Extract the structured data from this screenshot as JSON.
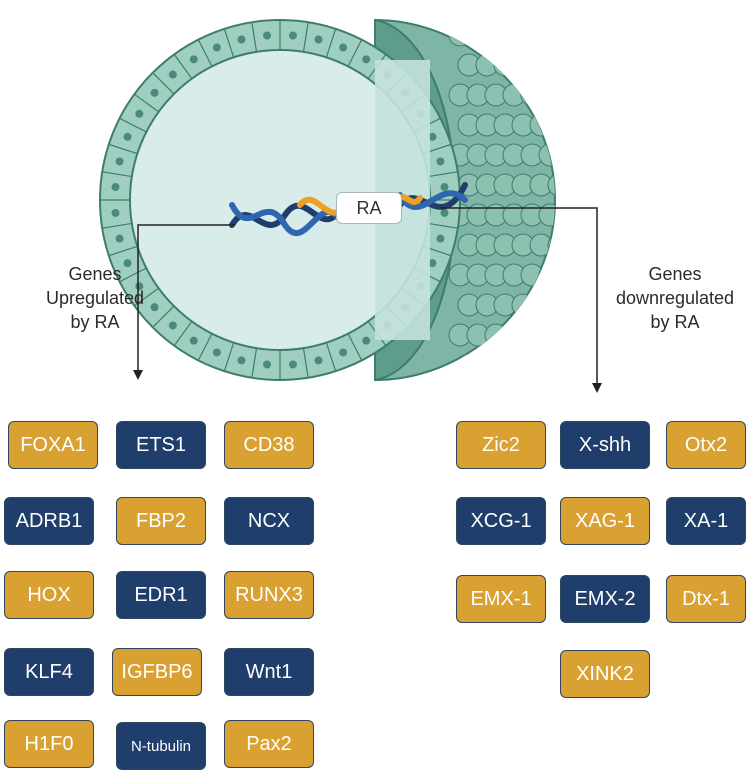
{
  "cell": {
    "center_label": "RA"
  },
  "left_label": {
    "lines": [
      "Genes",
      "Upregulated",
      "by RA"
    ]
  },
  "right_label": {
    "lines": [
      "Genes",
      "downregulated",
      "by RA"
    ]
  },
  "colors": {
    "gold": "#d9a032",
    "navy": "#1f3e6b",
    "cell_teal": "#8fc2b4",
    "cell_outline": "#3f7c6c"
  },
  "upregulated": [
    {
      "label": "FOXA1",
      "color": "gold"
    },
    {
      "label": "ETS1",
      "color": "navy"
    },
    {
      "label": "CD38",
      "color": "gold"
    },
    {
      "label": "ADRB1",
      "color": "navy"
    },
    {
      "label": "FBP2",
      "color": "gold"
    },
    {
      "label": "NCX",
      "color": "navy"
    },
    {
      "label": "HOX",
      "color": "gold"
    },
    {
      "label": "EDR1",
      "color": "navy"
    },
    {
      "label": "RUNX3",
      "color": "gold"
    },
    {
      "label": "KLF4",
      "color": "navy"
    },
    {
      "label": "IGFBP6",
      "color": "gold"
    },
    {
      "label": "Wnt1",
      "color": "navy"
    },
    {
      "label": "H1F0",
      "color": "gold"
    },
    {
      "label": "N-tubulin",
      "color": "navy"
    },
    {
      "label": "Pax2",
      "color": "gold"
    }
  ],
  "downregulated": [
    {
      "label": "Zic2",
      "color": "gold"
    },
    {
      "label": "X-shh",
      "color": "navy"
    },
    {
      "label": "Otx2",
      "color": "gold"
    },
    {
      "label": "XCG-1",
      "color": "navy"
    },
    {
      "label": "XAG-1",
      "color": "gold"
    },
    {
      "label": "XA-1",
      "color": "navy"
    },
    {
      "label": "EMX-1",
      "color": "gold"
    },
    {
      "label": "EMX-2",
      "color": "navy"
    },
    {
      "label": "Dtx-1",
      "color": "gold"
    },
    {
      "label": "XINK2",
      "color": "gold"
    }
  ]
}
